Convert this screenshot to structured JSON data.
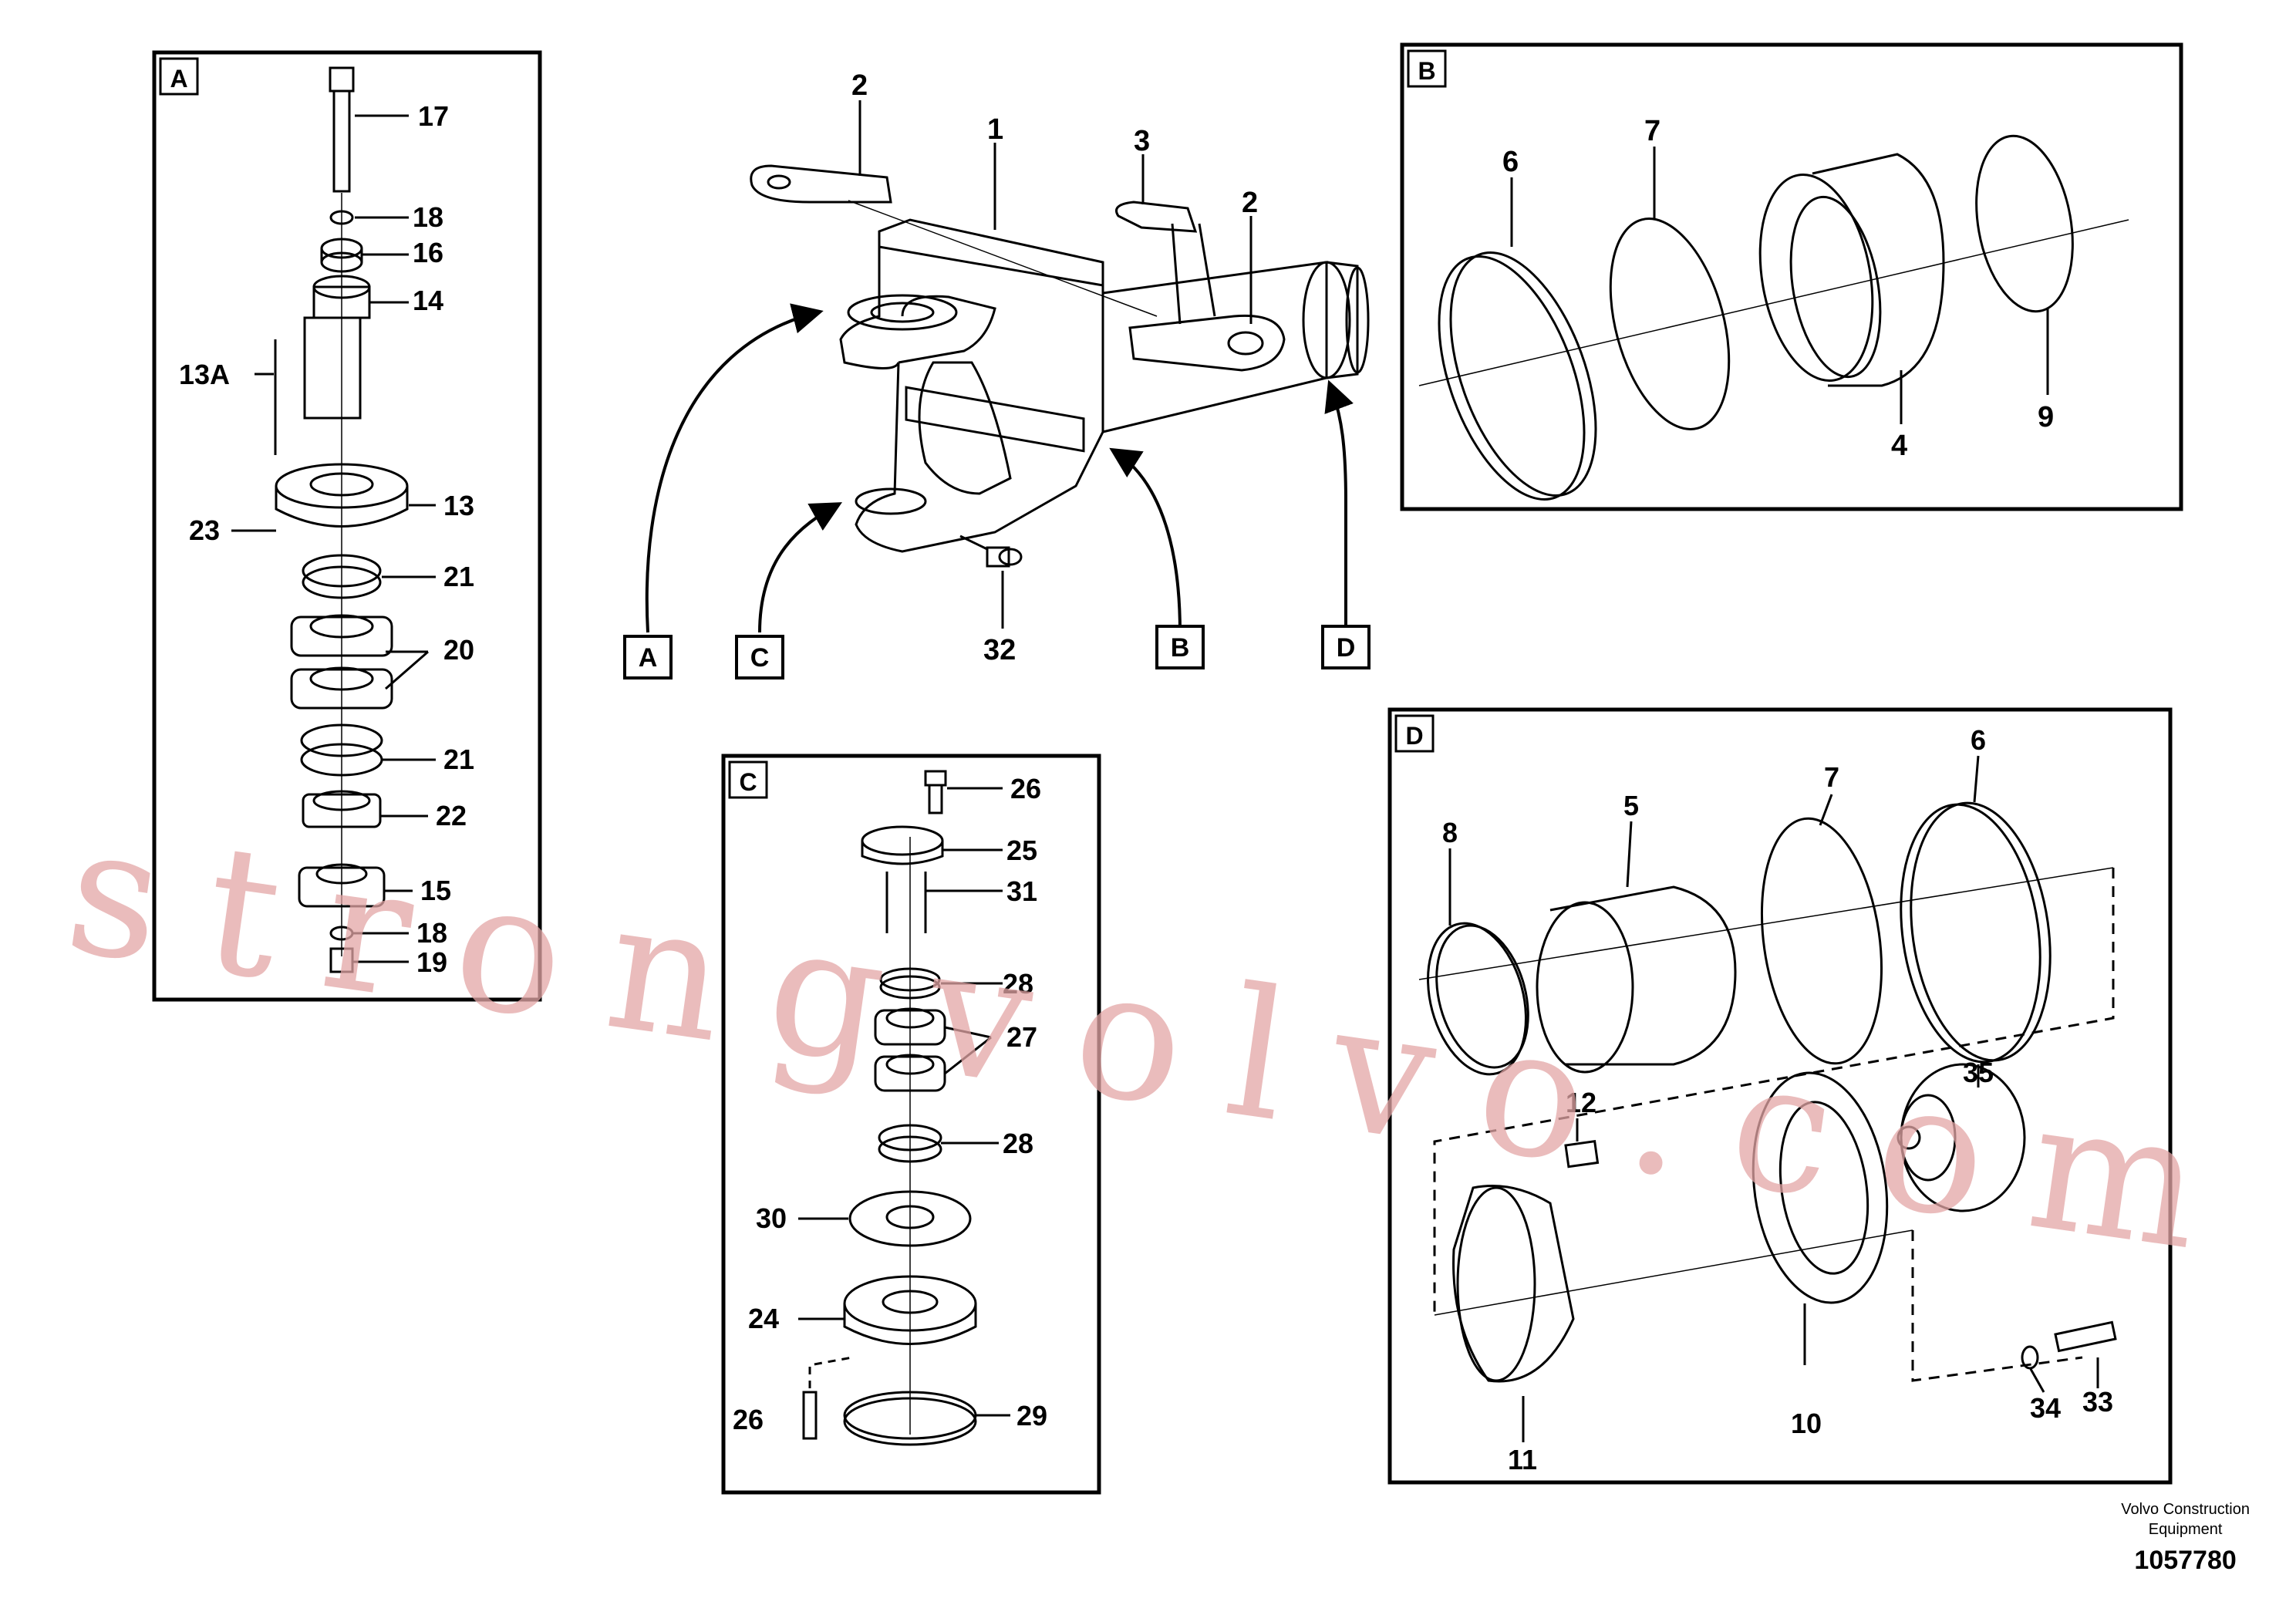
{
  "panels": {
    "A": {
      "tag": "A",
      "labels": [
        "17",
        "18",
        "16",
        "14",
        "13A",
        "13",
        "23",
        "21",
        "20",
        "21",
        "22",
        "15",
        "18",
        "19"
      ]
    },
    "B": {
      "tag": "B",
      "labels": [
        "6",
        "7",
        "4",
        "9"
      ]
    },
    "C": {
      "tag": "C",
      "labels": [
        "26",
        "25",
        "31",
        "28",
        "27",
        "28",
        "30",
        "24",
        "26",
        "29"
      ]
    },
    "D": {
      "tag": "D",
      "labels": [
        "8",
        "5",
        "7",
        "6",
        "12",
        "35",
        "11",
        "10",
        "34",
        "33"
      ]
    }
  },
  "main": {
    "labels": [
      "2",
      "1",
      "3",
      "2",
      "32"
    ],
    "callouts": [
      "A",
      "C",
      "B",
      "D"
    ]
  },
  "watermark": "strongvolvo.com",
  "footer": {
    "company_line1": "Volvo Construction",
    "company_line2": "Equipment",
    "drawing_number": "1057780"
  }
}
